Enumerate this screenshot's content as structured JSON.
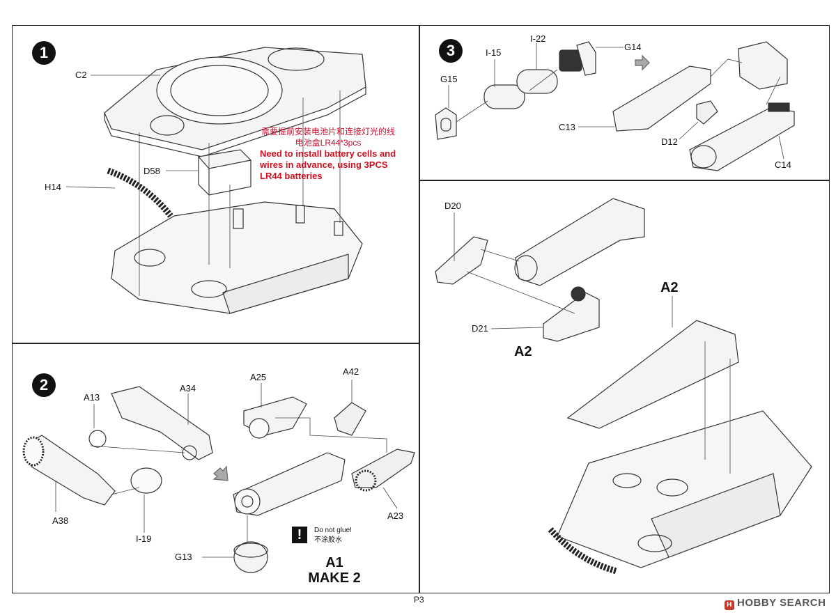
{
  "page": {
    "number": "P3",
    "watermark": "HOBBY SEARCH"
  },
  "step1": {
    "number": "1",
    "parts": [
      "C2",
      "D58",
      "H14"
    ],
    "note": {
      "zh_line1": "需要提前安装电池片和连接灯光的线",
      "zh_line2": "电池盒LR44*3pcs",
      "en_line1": "Need to install battery cells and",
      "en_line2": "wires in advance, using 3PCS",
      "en_line3": "LR44 batteries"
    }
  },
  "step2": {
    "number": "2",
    "parts": [
      "A13",
      "A34",
      "A38",
      "I-19",
      "A25",
      "A42",
      "A23",
      "G13"
    ],
    "warning": {
      "symbol": "!",
      "en": "Do not glue!",
      "zh": "不涂胶水"
    },
    "result": {
      "name": "A1",
      "qty": "MAKE 2"
    }
  },
  "step3": {
    "number": "3",
    "parts": [
      "G15",
      "I-15",
      "I-22",
      "G14",
      "C13",
      "D12",
      "C14"
    ]
  },
  "step4": {
    "parts": [
      "D20",
      "D21"
    ],
    "result_small": "A2",
    "result_large": "A2"
  }
}
